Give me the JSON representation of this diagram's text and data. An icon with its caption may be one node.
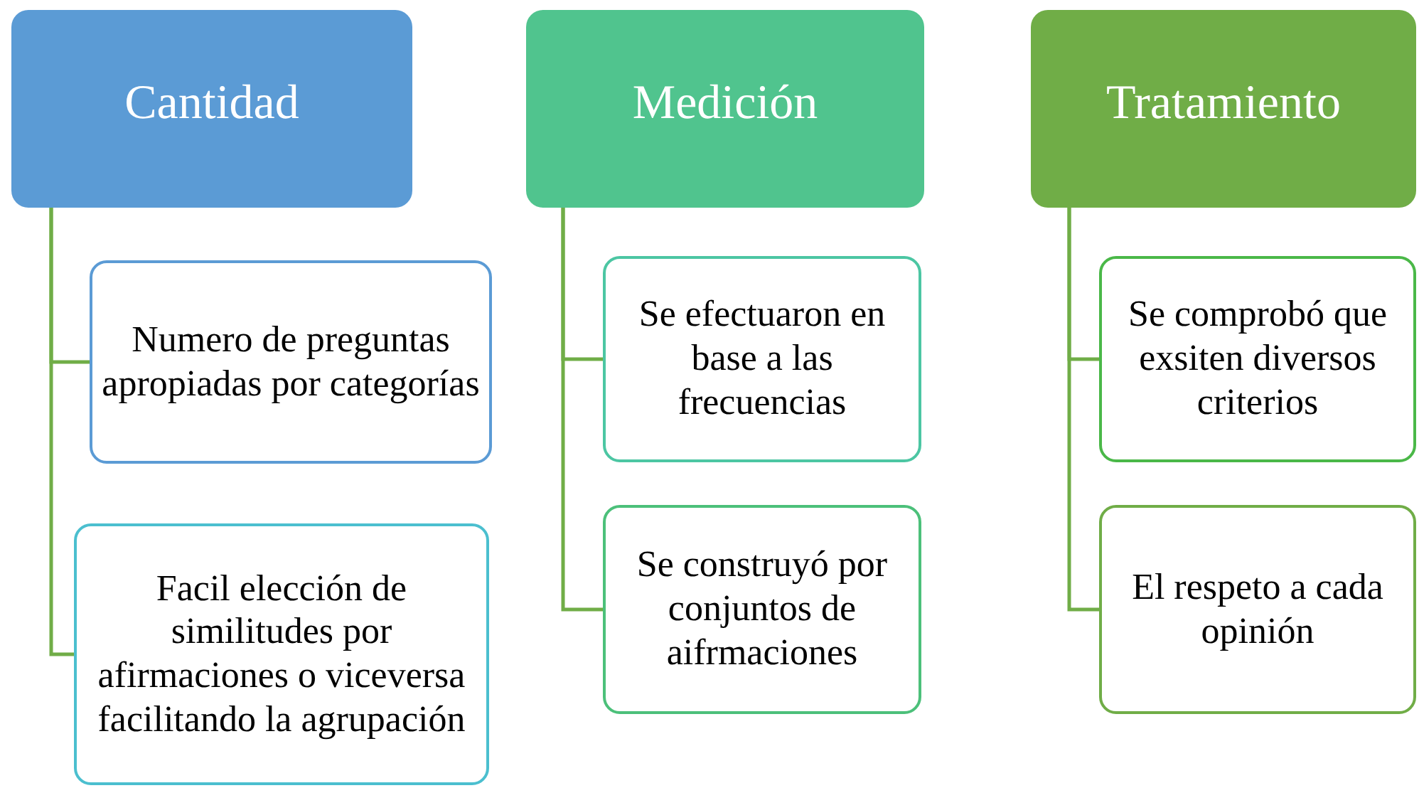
{
  "diagram": {
    "nodes": [
      {
        "text": [
          "Cantidad"
        ]
      },
      {
        "text": [
          "Numero de preguntas apropiadas por categorías"
        ]
      },
      {
        "text": [
          "Facil elección de similitudes por afirmaciones o viceversa facilitando la agrupación"
        ]
      },
      {
        "text": [
          "Medición"
        ]
      },
      {
        "text": [
          "Se efectuaron en base a las frecuencias"
        ]
      },
      {
        "text": [
          "Se construyó por conjuntos de aifrmaciones"
        ]
      },
      {
        "text": [
          "Tratamiento"
        ]
      },
      {
        "text": [
          "Se comprobó que exsiten diversos criterios"
        ]
      },
      {
        "text": [
          "El respeto a cada opinión"
        ]
      }
    ],
    "edges": [
      {
        "from": 0,
        "to": 1,
        "arrow": "none"
      },
      {
        "from": 0,
        "to": 2,
        "arrow": "none"
      },
      {
        "from": 3,
        "to": 4,
        "arrow": "none"
      },
      {
        "from": 3,
        "to": 5,
        "arrow": "none"
      },
      {
        "from": 6,
        "to": 7,
        "arrow": "none"
      },
      {
        "from": 6,
        "to": 8,
        "arrow": "none"
      }
    ]
  }
}
